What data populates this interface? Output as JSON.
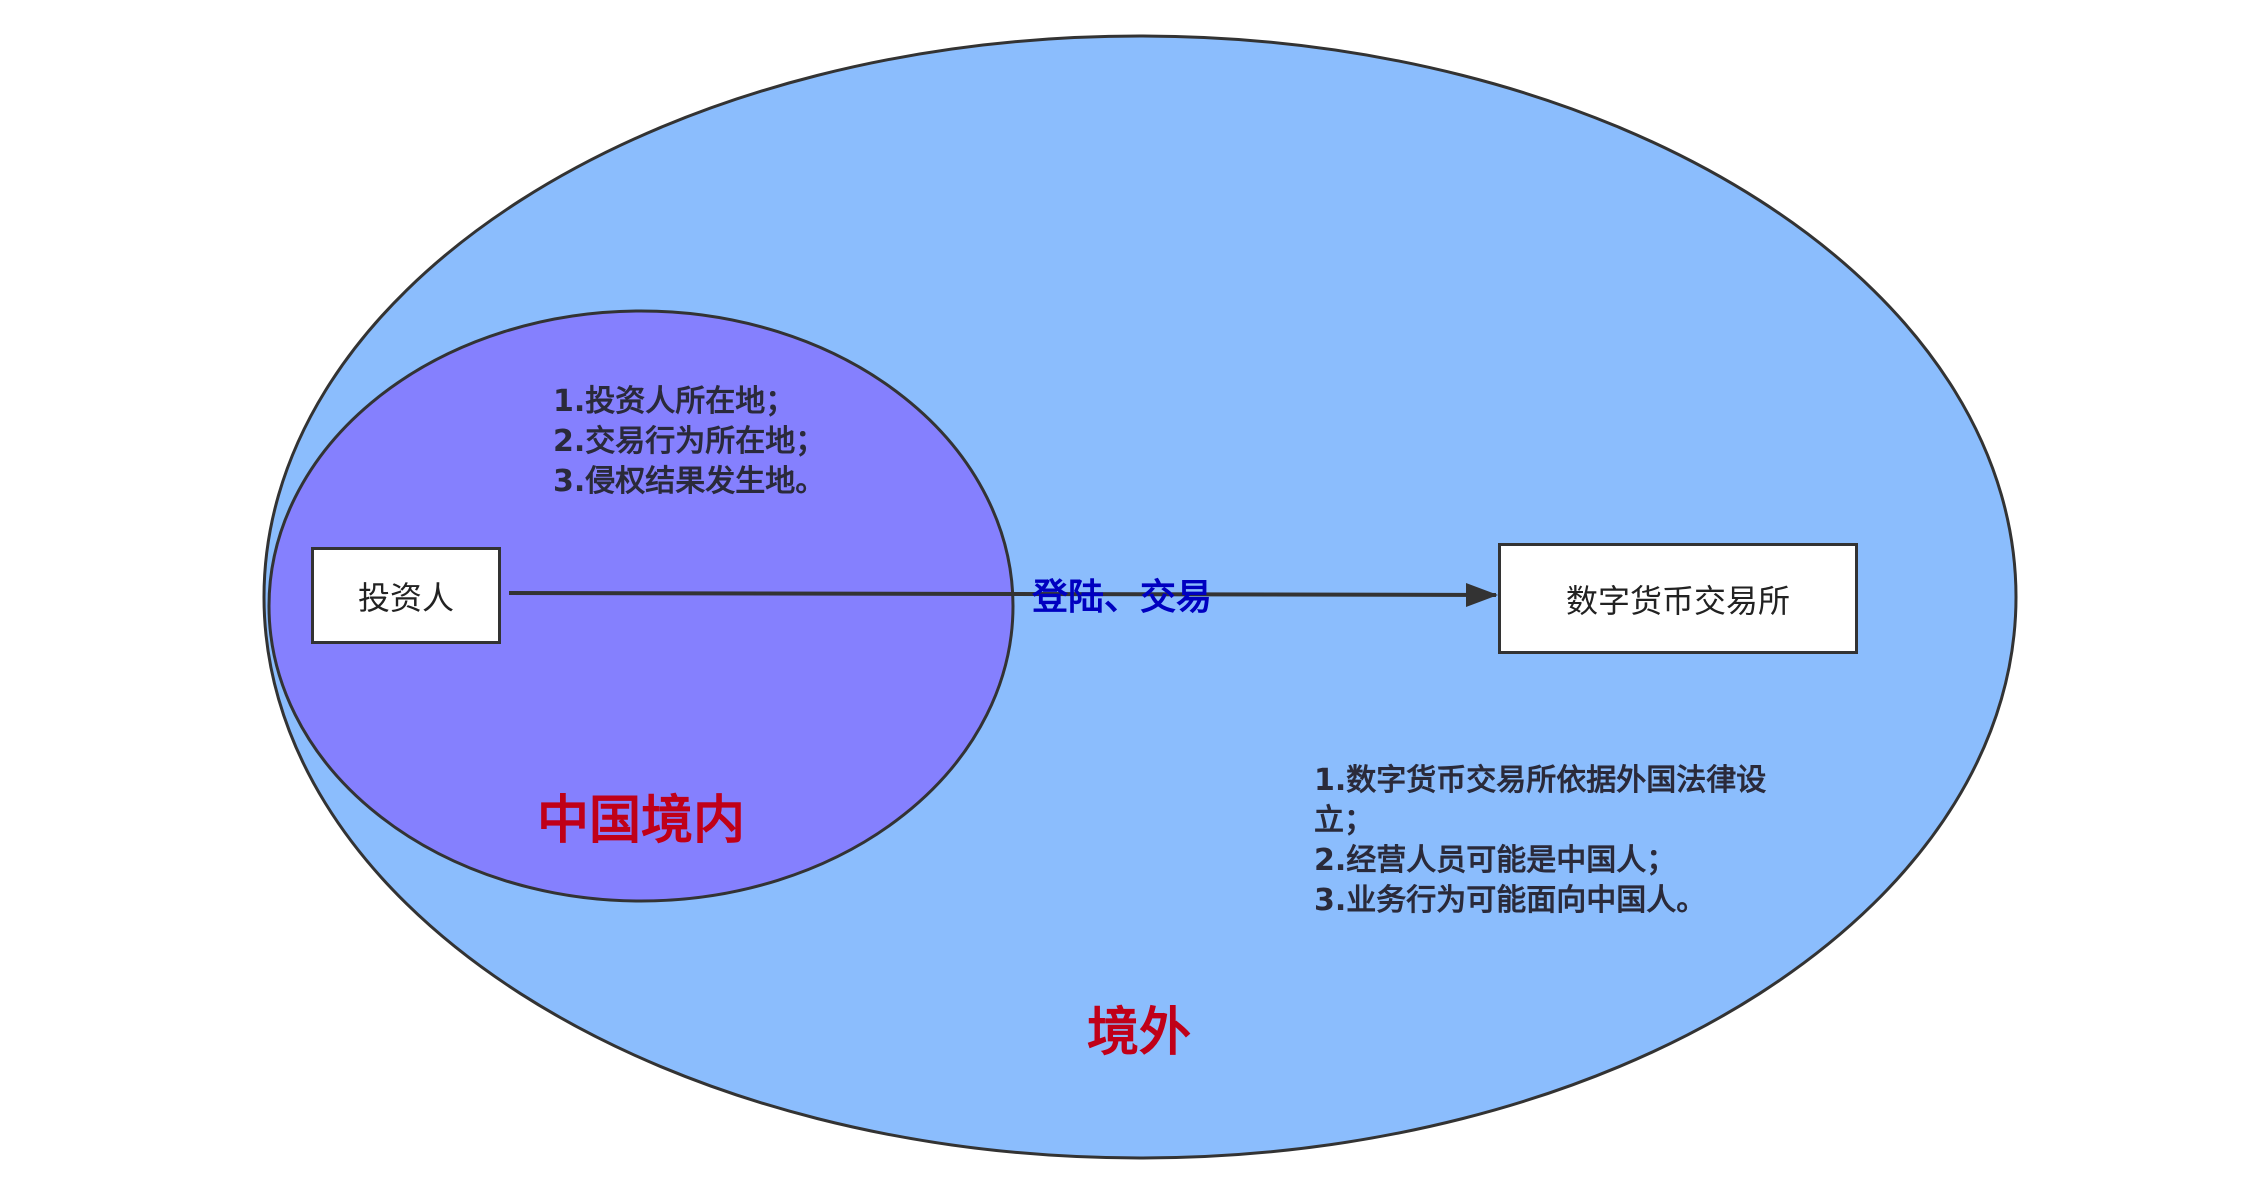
{
  "colors": {
    "outer_fill": "#8bbdfd",
    "inner_fill": "#8580fe",
    "stroke": "#333333",
    "region_label": "#c00018",
    "arrow_label": "#0000c0"
  },
  "outer_region": {
    "label": "境外",
    "notes": [
      "1.数字货币交易所依据外国法律设立；",
      "2.经营人员可能是中国人；",
      "3.业务行为可能面向中国人。"
    ]
  },
  "inner_region": {
    "label": "中国境内",
    "notes": [
      "1.投资人所在地；",
      "2.交易行为所在地；",
      "3.侵权结果发生地。"
    ]
  },
  "nodes": {
    "investor": "投资人",
    "exchange": "数字货币交易所"
  },
  "edge": {
    "label": "登陆、交易"
  }
}
